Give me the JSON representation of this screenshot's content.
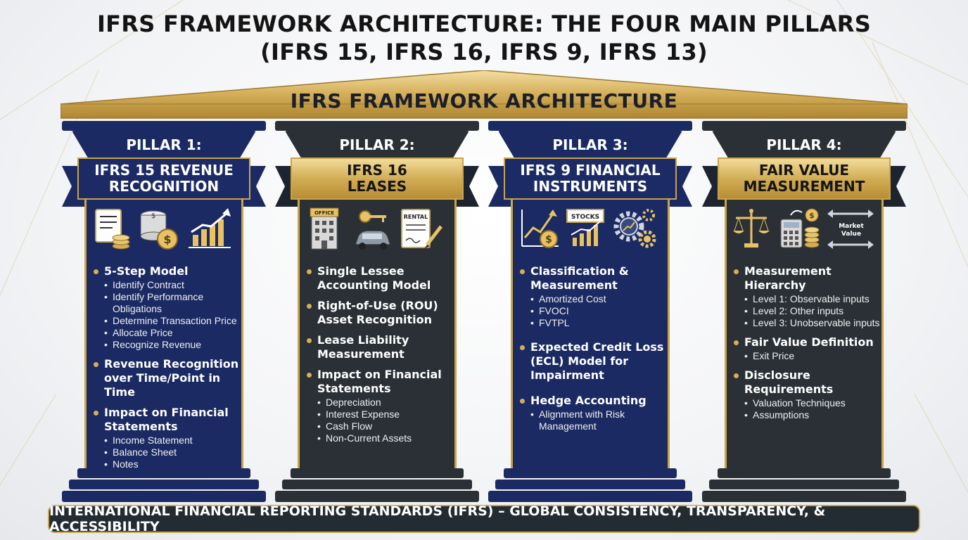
{
  "title": {
    "line1": "IFRS FRAMEWORK ARCHITECTURE: THE FOUR MAIN PILLARS",
    "line2": "(IFRS 15, IFRS 16, IFRS 9, IFRS 13)"
  },
  "roof_label": "IFRS FRAMEWORK ARCHITECTURE",
  "colors": {
    "gold": "#c9a44a",
    "navy": "#1b2a63",
    "charcoal": "#2a3036"
  },
  "pillars": [
    {
      "number": "PILLAR 1:",
      "title": "IFRS 15 REVENUE RECOGNITION",
      "icons": [
        "contract-document-icon",
        "coins-stack-icon",
        "bar-chart-growth-icon"
      ],
      "items": [
        {
          "label": "5-Step Model",
          "sub": [
            "Identify Contract",
            "Identify Performance Obligations",
            "Determine Transaction Price",
            "Allocate Price",
            "Recognize Revenue"
          ]
        },
        {
          "label": "Revenue Recognition over Time/Point in Time",
          "sub": []
        },
        {
          "label": "Impact on Financial Statements",
          "sub": [
            "Income Statement",
            "Balance Sheet",
            "Notes"
          ]
        }
      ]
    },
    {
      "number": "PILLAR 2:",
      "title": "IFRS 16 LEASES",
      "icons": [
        "office-building-icon",
        "keys-and-car-icon",
        "rental-agreement-icon"
      ],
      "icon_texts": {
        "office": "OFFICE",
        "rental": "RENTAL"
      },
      "items": [
        {
          "label": "Single Lessee Accounting Model",
          "sub": []
        },
        {
          "label": "Right-of-Use (ROU) Asset Recognition",
          "sub": []
        },
        {
          "label": "Lease Liability Measurement",
          "sub": []
        },
        {
          "label": "Impact on Financial Statements",
          "sub": [
            "Depreciation",
            "Interest Expense",
            "Cash Flow",
            "Non-Current Assets"
          ]
        }
      ]
    },
    {
      "number": "PILLAR 3:",
      "title": "IFRS 9 FINANCIAL INSTRUMENTS",
      "icons": [
        "investment-chart-icon",
        "stocks-board-icon",
        "gears-icon"
      ],
      "icon_texts": {
        "stocks": "STOCKS"
      },
      "items": [
        {
          "label": "Classification & Measurement",
          "sub": [
            "Amortized Cost",
            "FVOCI",
            "FVTPL"
          ]
        },
        {
          "label": "Expected Credit Loss (ECL) Model for Impairment",
          "sub": []
        },
        {
          "label": "Hedge Accounting",
          "sub": [
            "Alignment with Risk Management"
          ]
        }
      ]
    },
    {
      "number": "PILLAR 4:",
      "title": "FAIR VALUE MEASUREMENT",
      "icons": [
        "balance-scale-icon",
        "calculator-coins-icon",
        "market-value-arrows-icon"
      ],
      "icon_texts": {
        "market": "Market",
        "value": "Value"
      },
      "items": [
        {
          "label": "Measurement Hierarchy",
          "sub": [
            "Level 1: Observable inputs",
            "Level 2: Other inputs",
            "Level 3: Unobservable inputs"
          ]
        },
        {
          "label": "Fair Value Definition",
          "sub": [
            "Exit Price"
          ]
        },
        {
          "label": "Disclosure Requirements",
          "sub": [
            "Valuation Techniques",
            "Assumptions"
          ]
        }
      ]
    }
  ],
  "footer": "INTERNATIONAL FINANCIAL REPORTING STANDARDS (IFRS) – GLOBAL CONSISTENCY, TRANSPARENCY, & ACCESSIBILITY"
}
